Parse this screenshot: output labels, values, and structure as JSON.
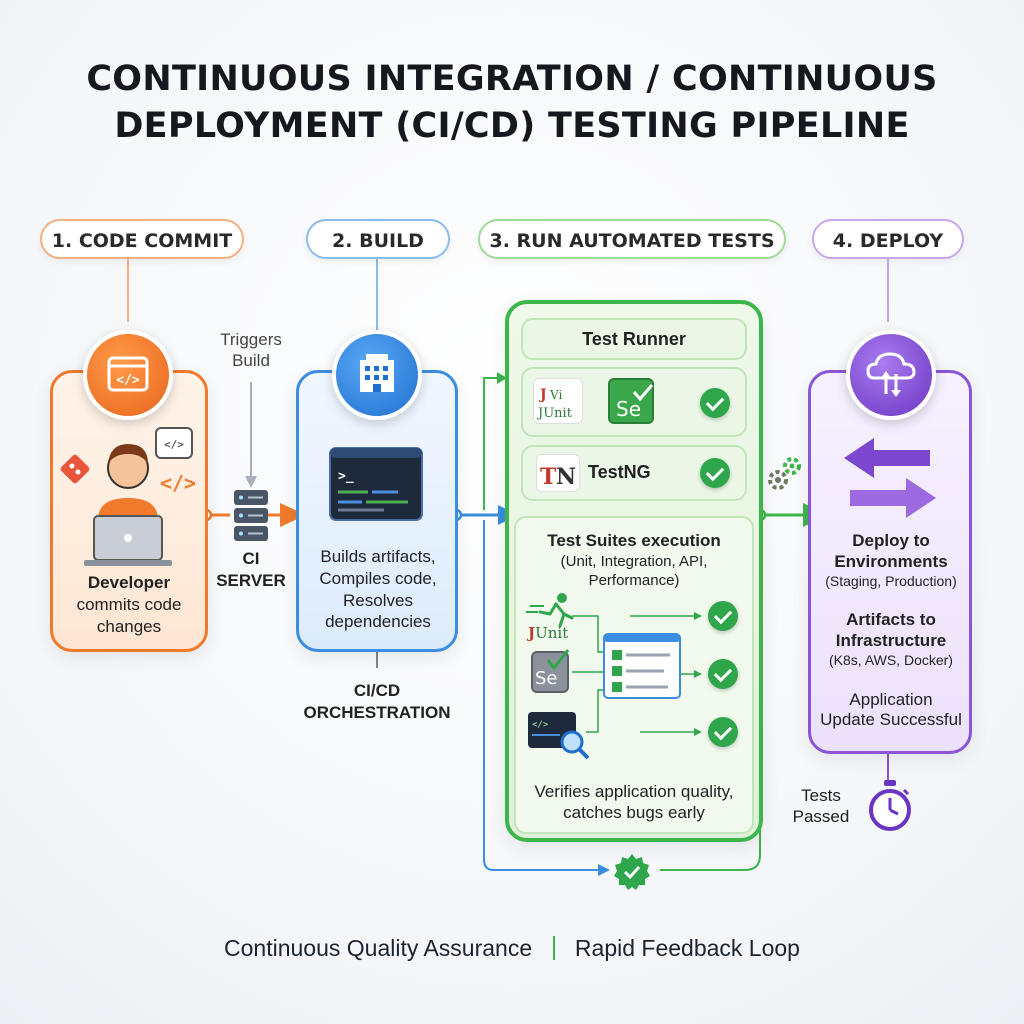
{
  "title": {
    "line1": "CONTINUOUS INTEGRATION / CONTINUOUS",
    "line2": "DEPLOYMENT (CI/CD) TESTING PIPELINE"
  },
  "stages": {
    "commit": {
      "label": "1. CODE COMMIT",
      "caption_line1": "Developer",
      "caption_line2": "commits code",
      "caption_line3": "changes",
      "color": "#f07a2a"
    },
    "build": {
      "label": "2. BUILD",
      "caption_line1": "Builds artifacts,",
      "caption_line2": "Compiles code,",
      "caption_line3": "Resolves",
      "caption_line4": "dependencies",
      "color": "#3a8de0"
    },
    "test": {
      "label": "3. RUN AUTOMATED TESTS",
      "runner_title": "Test Runner",
      "testng_label": "TestNG",
      "suites_title": "Test Suites execution",
      "suites_sub_line1": "(Unit, Integration, API,",
      "suites_sub_line2": "Performance)",
      "junit_text": "JUnit",
      "selenium_text": "Se",
      "verify_line1": "Verifies application quality,",
      "verify_line2": "catches bugs early",
      "color": "#3cb54a"
    },
    "deploy": {
      "label": "4. DEPLOY",
      "env_title_line1": "Deploy to",
      "env_title_line2": "Environments",
      "env_sub": "(Staging, Production)",
      "infra_title_line1": "Artifacts to",
      "infra_title_line2": "Infrastructure",
      "infra_sub": "(K8s, AWS, Docker)",
      "success_line1": "Application",
      "success_line2": "Update Successful",
      "color": "#8a55d6"
    }
  },
  "connectors": {
    "triggers_line1": "Triggers",
    "triggers_line2": "Build",
    "ci_server_line1": "CI",
    "ci_server_line2": "SERVER",
    "orchestration_line1": "CI/CD",
    "orchestration_line2": "ORCHESTRATION",
    "tests_passed_line1": "Tests",
    "tests_passed_line2": "Passed"
  },
  "footer": {
    "left": "Continuous Quality Assurance",
    "right": "Rapid Feedback Loop"
  }
}
